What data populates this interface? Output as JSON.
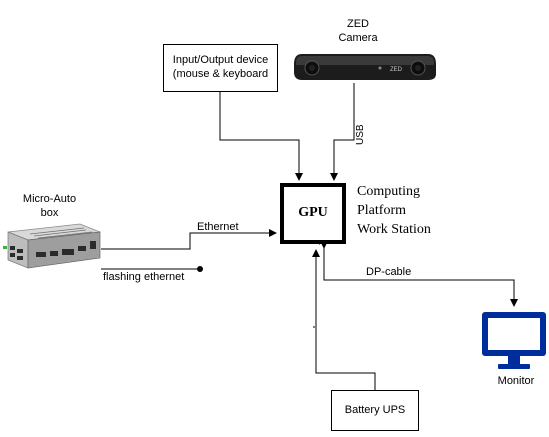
{
  "camera": {
    "title_line1": "ZED",
    "title_line2": "Camera",
    "brand_text": "ZED"
  },
  "io_device": {
    "line1": "Input/Output device",
    "line2": "(mouse & keyboard"
  },
  "micro_auto": {
    "line1": "Micro-Auto",
    "line2": "box"
  },
  "gpu": {
    "label": "GPU"
  },
  "workstation": {
    "line1": "Computing",
    "line2": "Platform",
    "line3": "Work Station"
  },
  "connections": {
    "usb": "USB",
    "ethernet": "Ethernet",
    "flashing": "flashing ethernet",
    "dp": "DP-cable"
  },
  "ups": {
    "label": "Battery UPS"
  },
  "monitor": {
    "label": "Monitor"
  },
  "colors": {
    "monitor_blue": "#002d9c",
    "line": "#000000",
    "camera_body": "#1c1c1c"
  }
}
